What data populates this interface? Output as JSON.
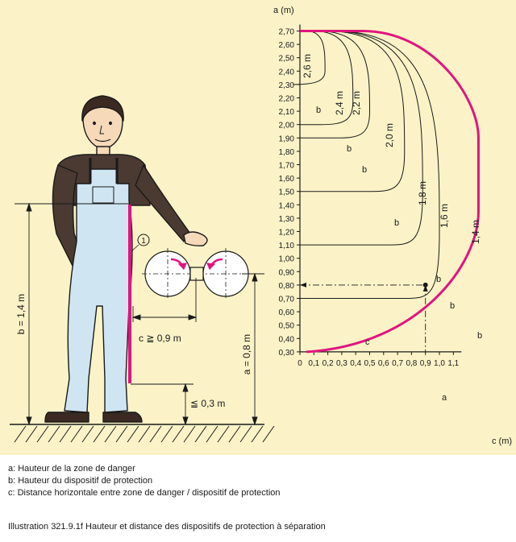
{
  "figure": {
    "y_axis_label": "a (m)",
    "x_axis_label": "c (m)",
    "y_ticks": [
      "2,70",
      "2,60",
      "2,50",
      "2,40",
      "2,30",
      "2,20",
      "2,10",
      "2,00",
      "1,90",
      "1,80",
      "1,70",
      "1,60",
      "1,50",
      "1,40",
      "1,30",
      "1,20",
      "1,10",
      "1,00",
      "0,90",
      "0,80",
      "0,70",
      "0,60",
      "0,50",
      "0,40",
      "0,30"
    ],
    "x_ticks": [
      "0",
      "0,1",
      "0,2",
      "0,3",
      "0,4",
      "0,5",
      "0,6",
      "0,7",
      "0,8",
      "0,9",
      "1,0",
      "1,1"
    ],
    "curve_labels": [
      "2,6 m",
      "2,4 m",
      "2,2 m",
      "2,0 m",
      "1,8 m",
      "1,6 m",
      "1,4 m"
    ],
    "marker_b": "b",
    "marker_c": "c",
    "marker_a": "a",
    "left_dims": {
      "b": "b = 1,4 m",
      "a": "a = 0,8 m",
      "c": "c ≧ 0,9 m",
      "gap": "≦ 0,3 m",
      "callout": "1"
    },
    "colors": {
      "background": "#fbf3c7",
      "accent": "#e0157f",
      "ink": "#1a1a1a"
    }
  },
  "legend": [
    "a: Hauteur de la zone de danger",
    "b: Hauteur du dispositif de protection",
    "c: Distance horizontale entre zone de danger / dispositif de protection"
  ],
  "caption": "Illustration 321.9.1f Hauteur et distance des dispositifs de protection à séparation"
}
